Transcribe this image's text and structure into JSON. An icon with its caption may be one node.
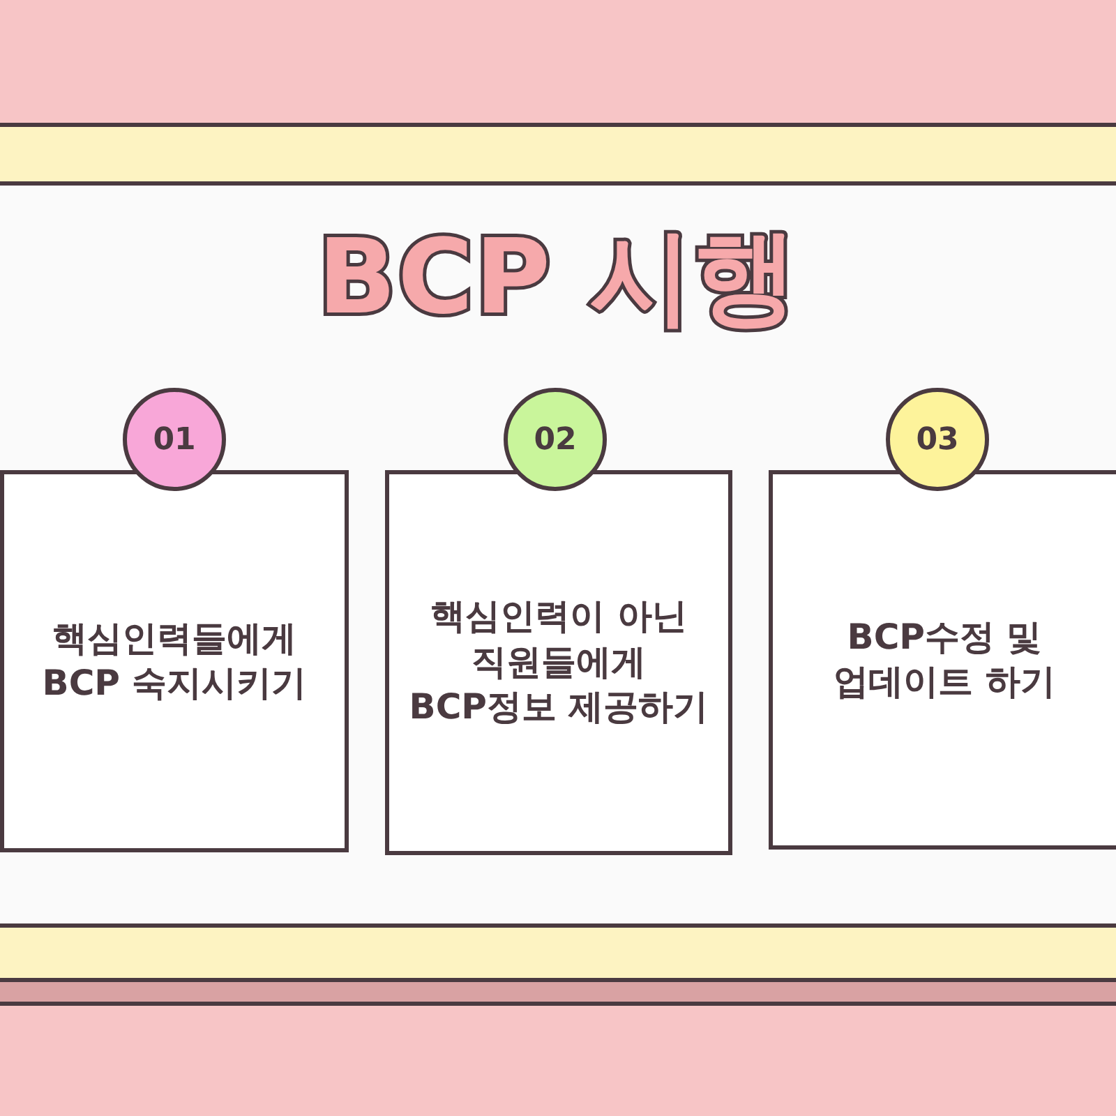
{
  "diagram": {
    "title": "BCP 시행",
    "nodes": [
      {
        "text": [
          "01"
        ]
      },
      {
        "text": [
          "핵심인력들에게 BCP 숙지시키기"
        ]
      },
      {
        "text": [
          "02"
        ]
      },
      {
        "text": [
          "핵심인력이 아닌 직원들에게 BCP정보 제공하기"
        ]
      },
      {
        "text": [
          "03"
        ]
      },
      {
        "text": [
          "BCP수정 및 업데이트 하기"
        ]
      }
    ]
  }
}
